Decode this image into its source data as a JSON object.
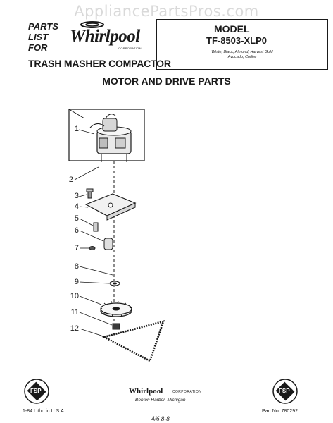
{
  "watermark": "AppliancePartsPros.com",
  "header": {
    "parts_list_lines": [
      "PARTS",
      "LIST",
      "FOR"
    ],
    "brand": "Whirlpool",
    "brand_sub": "CORPORATION",
    "product": "TRASH MASHER COMPACTOR"
  },
  "model_box": {
    "label": "MODEL",
    "number": "TF-8503-XLP0",
    "colors_line1": "White, Black, Almond, Harvest Gold",
    "colors_line2": "Avocado, Coffee"
  },
  "section_title": "MOTOR AND DRIVE PARTS",
  "callouts": [
    "1",
    "2",
    "3",
    "4",
    "5",
    "6",
    "7",
    "8",
    "9",
    "10",
    "11",
    "12"
  ],
  "footer": {
    "fsp_badge": "FSP",
    "litho": "1-84  Litho in U.S.A.",
    "brand": "Whirlpool",
    "corp": "CORPORATION",
    "city": "Benton Harbor, Michigan",
    "part_no": "Part No. 780292",
    "handwriting": "4/6  8-8"
  }
}
